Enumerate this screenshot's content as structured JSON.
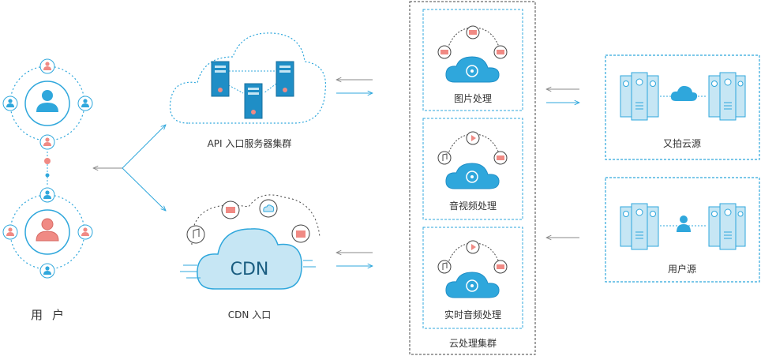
{
  "labels": {
    "users": "用户",
    "api_cluster": "API 入口服务器集群",
    "cdn_entry": "CDN 入口",
    "cdn_text": "CDN",
    "image_processing": "图片处理",
    "av_processing": "音视频处理",
    "realtime_av_processing": "实时音频处理",
    "cloud_cluster": "云处理集群",
    "upyun_origin": "又拍云源",
    "user_origin": "用户源"
  },
  "colors": {
    "primary_blue": "#2fa7dc",
    "light_blue": "#c6e6f4",
    "user_red": "#f08a84",
    "gray_arrow": "#8a8a8a",
    "text": "#333333"
  },
  "icons": {
    "user_node": "person-icon",
    "server": "server-rack-icon",
    "cloud": "cloud-icon",
    "image": "image-icon",
    "music": "music-note-icon",
    "play": "play-icon",
    "folder": "folder-icon",
    "settings": "gear-icon"
  }
}
